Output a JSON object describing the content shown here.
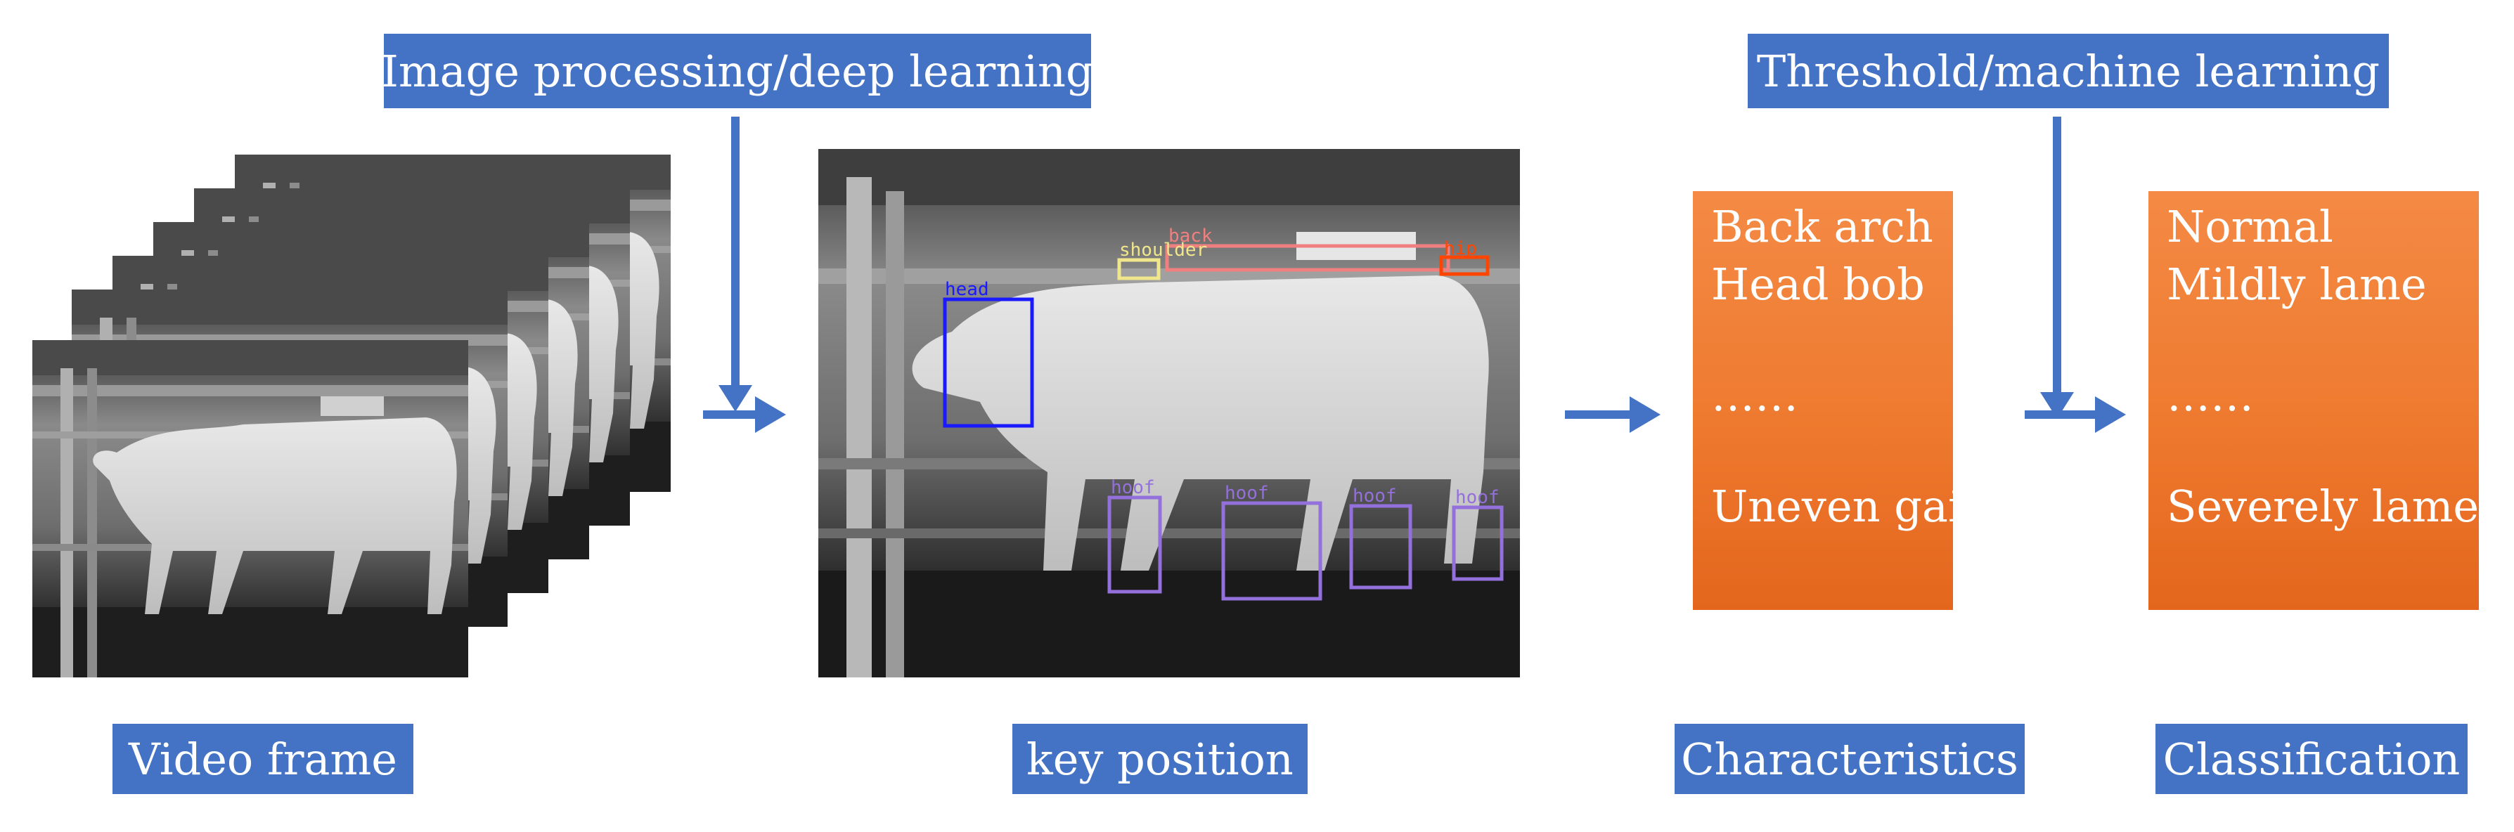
{
  "diagram": {
    "top_labels": {
      "processing": "Image processing/deep learning",
      "classifier": "Threshold/machine learning"
    },
    "bottom_labels": {
      "video_frame": "Video frame",
      "key_position": "key position",
      "characteristics": "Characteristics",
      "classification": "Classification"
    },
    "characteristics_box": {
      "items": [
        "Back arch",
        "Head bob",
        "……",
        "Uneven gait"
      ]
    },
    "classification_box": {
      "items": [
        "Normal",
        "Mildly lame",
        "……",
        "Severely lame"
      ]
    },
    "keypoint_tags": {
      "head": "head",
      "back": "back",
      "shoulder": "shoulder",
      "hip": "hip",
      "hoof_1": "hoof",
      "hoof_2": "hoof",
      "hoof_3": "hoof",
      "hoof_4": "hoof"
    },
    "colors": {
      "label_blue": "#4472c4",
      "arrow_blue": "#4472c4",
      "orange": "#ee7a2f",
      "head_box": "#1a1aff",
      "back_box": "#f08080",
      "shoulder_box": "#f0e68c",
      "hip_box": "#ff4500",
      "hoof_box": "#9370db"
    }
  }
}
